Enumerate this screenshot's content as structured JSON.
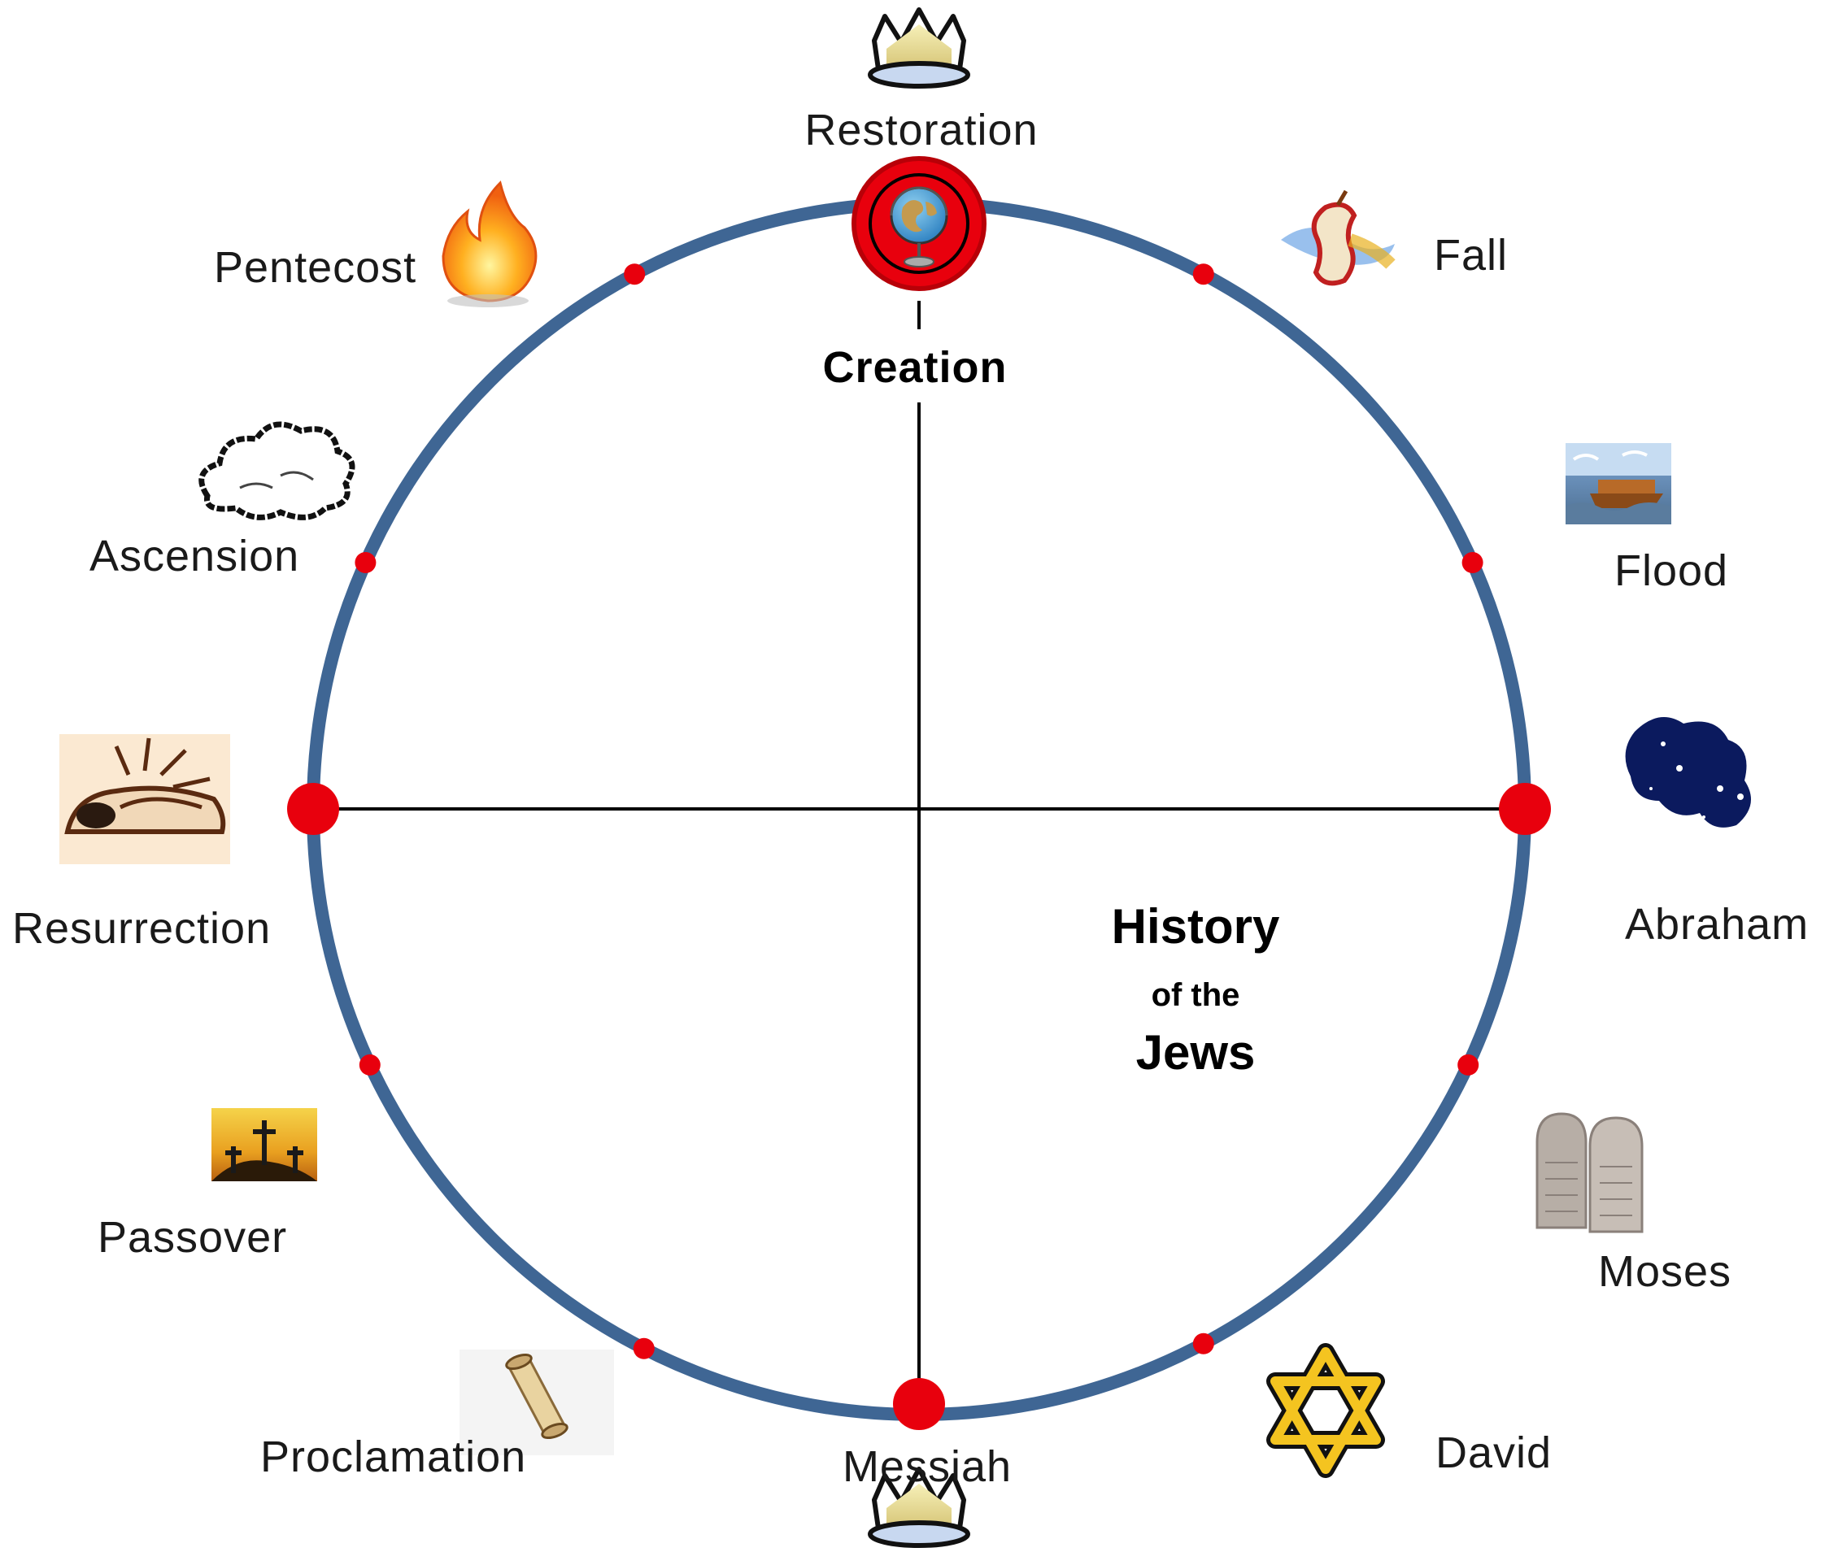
{
  "diagram": {
    "colors": {
      "ring": "#3F6694",
      "node": "#E8000D",
      "node_stroke": "#C4000A",
      "axis": "#000000",
      "creation_ring": "#B80008"
    },
    "top_label": "Restoration",
    "center_label": "Creation",
    "center_label_icon": "globe-icon",
    "top_icon": "crown-icon",
    "bottom_icon": "crown-icon",
    "caption": {
      "line1": "History",
      "line2": "of the",
      "line3": "Jews"
    },
    "events": [
      {
        "label": "Fall",
        "icon": "apple-core-icon"
      },
      {
        "label": "Flood",
        "icon": "ark-icon"
      },
      {
        "label": "Abraham",
        "icon": "stars-icon"
      },
      {
        "label": "Moses",
        "icon": "stone-tablets-icon"
      },
      {
        "label": "David",
        "icon": "star-of-david-icon"
      },
      {
        "label": "Messiah",
        "icon": "crown-icon"
      },
      {
        "label": "Proclamation",
        "icon": "scroll-icon"
      },
      {
        "label": "Passover",
        "icon": "crosses-icon"
      },
      {
        "label": "Resurrection",
        "icon": "empty-tomb-icon"
      },
      {
        "label": "Ascension",
        "icon": "cloud-icon"
      },
      {
        "label": "Pentecost",
        "icon": "flame-icon"
      }
    ]
  }
}
